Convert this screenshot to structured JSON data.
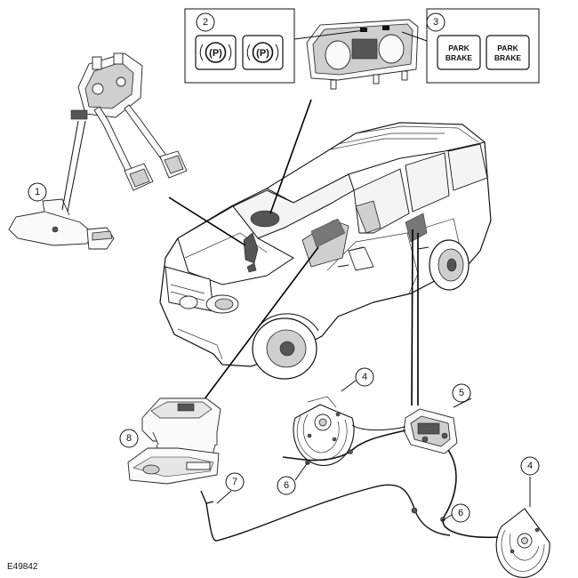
{
  "figure_ref": "E49842",
  "callouts": [
    {
      "id": "c1",
      "label": "1"
    },
    {
      "id": "c2",
      "label": "2"
    },
    {
      "id": "c3",
      "label": "3"
    },
    {
      "id": "c4a",
      "label": "4"
    },
    {
      "id": "c4b",
      "label": "4"
    },
    {
      "id": "c5",
      "label": "5"
    },
    {
      "id": "c6a",
      "label": "6"
    },
    {
      "id": "c6b",
      "label": "6"
    },
    {
      "id": "c7",
      "label": "7"
    },
    {
      "id": "c8",
      "label": "8"
    }
  ],
  "warning_lamps_symbol": [
    "(P)",
    "(P)"
  ],
  "warning_lamps_text": [
    {
      "line1": "PARK",
      "line2": "BRAKE"
    },
    {
      "line1": "PARK",
      "line2": "BRAKE"
    }
  ]
}
